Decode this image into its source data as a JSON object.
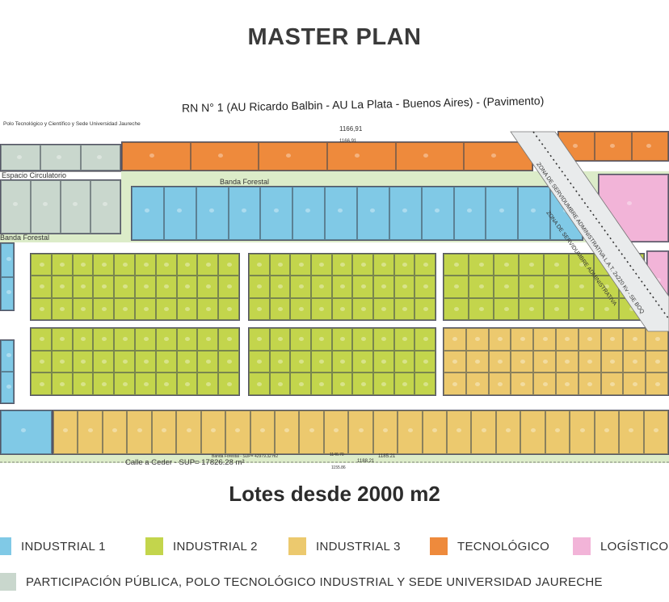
{
  "title": "MASTER PLAN",
  "road_label": "RN N° 1 (AU Ricardo Balbin - AU La Plata - Buenos Aires) - (Pavimento)",
  "top_left_note": "Polo Tecnológico y Científico  y Sede Universidad Jaureche",
  "map": {
    "top_dimension": "1166,91",
    "top_dimension_2": "1166,91",
    "espacio_circulatorio": "Espacio Circulatorio",
    "banda_forestal": "Banda Forestal",
    "banda_forestal_left": "Banda Forestal",
    "banda_forestal_bottom": "Banda Forestal - SUP= 42979.32 m2",
    "calle_a_ceder": "Calle a Ceder  -  SUP= 17826.28 m²",
    "bottom_dims": [
      "1146.70",
      "1185.21",
      "1188.21",
      "1155.86"
    ],
    "servidumbre_1": "ZONA DE SERVIDUMBRE ADMINISTRATIVA",
    "servidumbre_2": "ZONA DE SERVIDUMBRE ADMINISTRATIVA  L.A.T. 2x220 Kv - SE BOQ"
  },
  "subtitle": "Lotes desde 2000 m2",
  "legend": [
    {
      "label": "INDUSTRIAL 1",
      "color": "#80c9e6"
    },
    {
      "label": "INDUSTRIAL 2",
      "color": "#c3d54c"
    },
    {
      "label": "INDUSTRIAL 3",
      "color": "#ecc96e"
    },
    {
      "label": "TECNOLÓGICO",
      "color": "#ee8a3c"
    },
    {
      "label": "LOGÍSTICO",
      "color": "#f2b4d8"
    },
    {
      "label": "PARTICIPACIÓN PÚBLICA, POLO TECNOLÓGICO INDUSTRIAL Y SEDE UNIVERSIDAD JAURECHE",
      "color": "#c9d7cd"
    }
  ]
}
